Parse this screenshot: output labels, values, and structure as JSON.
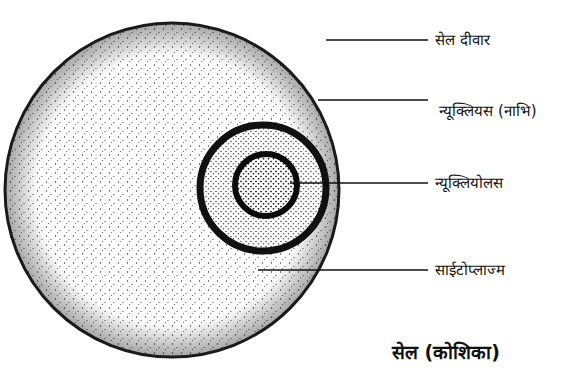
{
  "diagram": {
    "caption": "सेल (कोशिका)",
    "labels": [
      "सेल दीवार",
      "न्यूक्लियस (नाभि)",
      "न्यूक्लियोलस",
      "साईटोप्लाज्म"
    ]
  }
}
